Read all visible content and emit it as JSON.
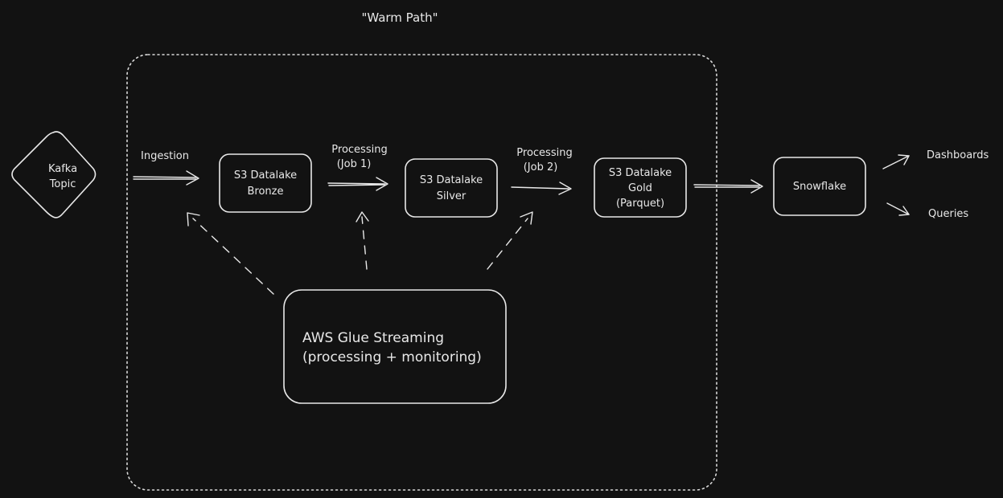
{
  "region": {
    "title": "\"Warm Path\""
  },
  "nodes": {
    "kafka": {
      "line1": "Kafka",
      "line2": "Topic"
    },
    "bronze": {
      "line1": "S3 Datalake",
      "line2": "Bronze"
    },
    "silver": {
      "line1": "S3 Datalake",
      "line2": "Silver"
    },
    "gold": {
      "line1": "S3 Datalake",
      "line2": "Gold",
      "line3": "(Parquet)"
    },
    "snowflake": {
      "line1": "Snowflake"
    },
    "glue": {
      "line1": "AWS Glue Streaming",
      "line2": "(processing + monitoring)"
    }
  },
  "edges": {
    "ingestion": {
      "label": "Ingestion"
    },
    "job1": {
      "line1": "Processing",
      "line2": "(Job 1)"
    },
    "job2": {
      "line1": "Processing",
      "line2": "(Job 2)"
    }
  },
  "outputs": {
    "dashboards": "Dashboards",
    "queries": "Queries"
  }
}
